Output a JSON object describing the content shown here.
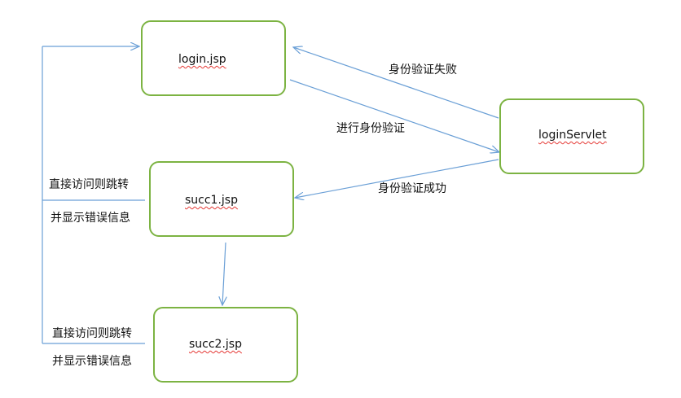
{
  "nodes": {
    "login": "login.jsp",
    "servlet": "loginServlet",
    "succ1": "succ1.jsp",
    "succ2": "succ2.jsp"
  },
  "edges": {
    "auth_fail": "身份验证失败",
    "do_auth": "进行身份验证",
    "auth_success": "身份验证成功"
  },
  "notes": {
    "succ1_top": "直接访问则跳转",
    "succ1_bottom": "并显示错误信息",
    "succ2_top": "直接访问则跳转",
    "succ2_bottom": "并显示错误信息"
  },
  "colors": {
    "node_border": "#7cb342",
    "arrow": "#6a9fd6"
  }
}
